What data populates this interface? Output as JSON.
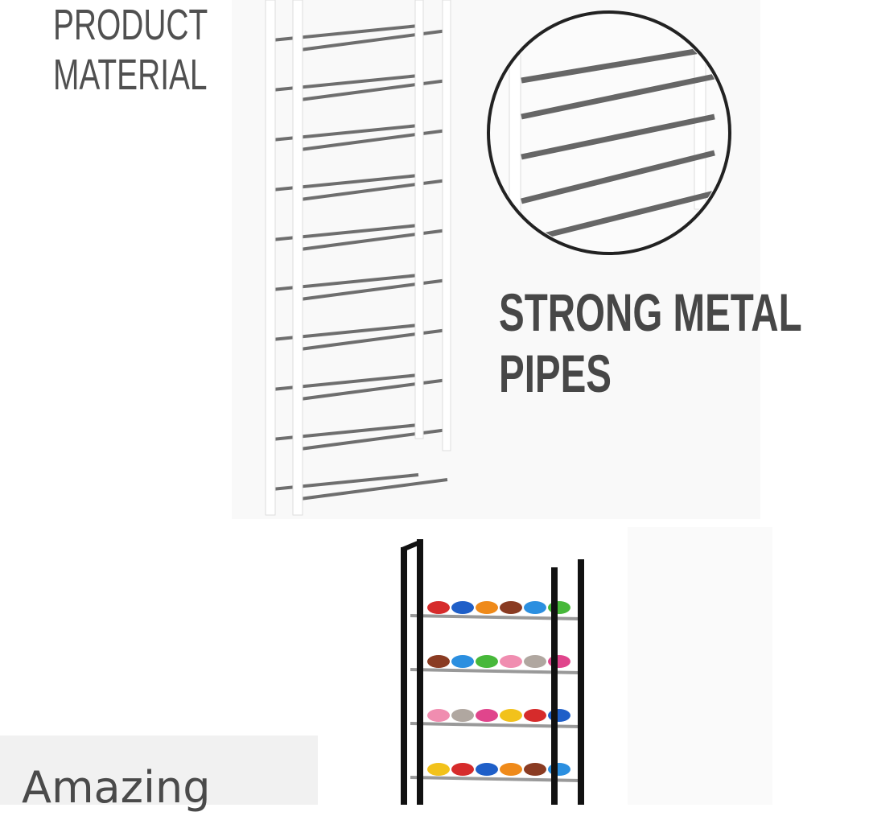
{
  "heading": {
    "line1": "PRODUCT",
    "line2": "MATERIAL"
  },
  "callout": {
    "line1": "STRONG METAL",
    "line2": "PIPES"
  },
  "banner": {
    "text": "Amazing"
  },
  "colors": {
    "text": "#474747",
    "rack_white": "#ffffff",
    "rod": "#6e6e6e",
    "rack_black": "#111111"
  }
}
